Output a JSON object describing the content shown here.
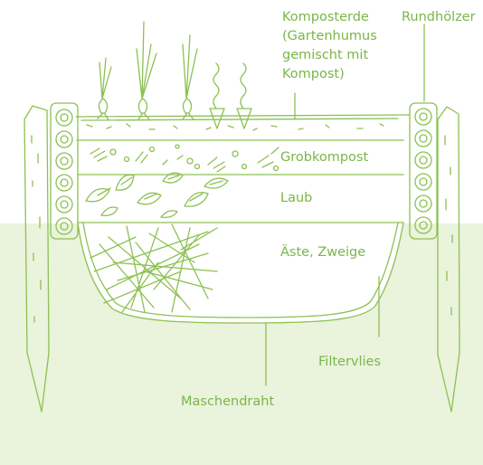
{
  "colors": {
    "line": "#8cc152",
    "background_panel": "#eaf3dc",
    "label_text": "#7ab648"
  },
  "labels": {
    "komposterde": "Komposterde\n(Gartenhumus\ngemischt mit\nKompost)",
    "rundhoelzer": "Rundhölzer",
    "grobkompost": "Grobkompost",
    "laub": "Laub",
    "aeste": "Äste, Zweige",
    "filtervlies": "Filtervlies",
    "maschendraht": "Maschendraht"
  }
}
